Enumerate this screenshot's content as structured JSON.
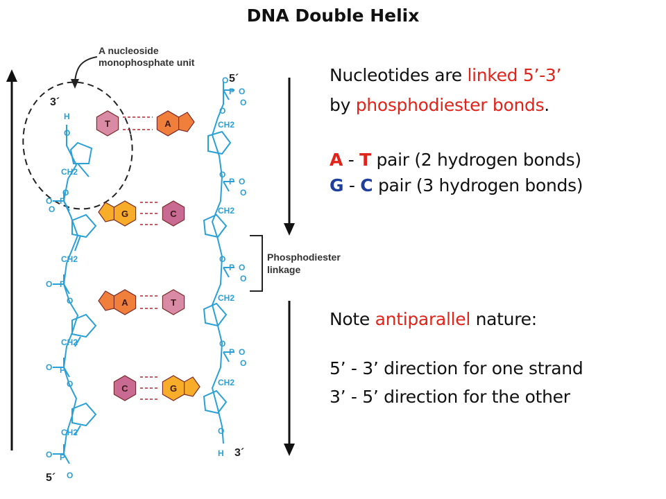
{
  "title": "DNA Double Helix",
  "diagram": {
    "nucleoside_label_1": "A nucleoside",
    "nucleoside_label_2": "monophosphate unit",
    "phosphodiester_label_1": "Phosphodiester",
    "phosphodiester_label_2": "linkage",
    "left_strand_end_top": "3´",
    "left_strand_end_bottom": "5´",
    "right_strand_end_top": "5´",
    "right_strand_end_bottom": "3´",
    "base_pairs": [
      {
        "left": "T",
        "right": "A",
        "bonds": 2
      },
      {
        "left": "G",
        "right": "C",
        "bonds": 3
      },
      {
        "left": "A",
        "right": "T",
        "bonds": 2
      },
      {
        "left": "C",
        "right": "G",
        "bonds": 3
      }
    ],
    "colors": {
      "backbone": "#2aa0d8",
      "hbond": "#b8232e",
      "T": "#d98ba6",
      "A": "#f07f3c",
      "G": "#f7ac2a",
      "C": "#c86a92"
    }
  },
  "text": {
    "l1a": "Nucleotides are ",
    "l1b": "linked 5’-3’",
    "l2a": "by ",
    "l2b": "phosphodiester bonds",
    "l2c": ".",
    "p1_a": "A",
    "p1_dash": " - ",
    "p1_t": "T",
    "p1_rest": " pair (2 hydrogen bonds)",
    "p2_g": "G",
    "p2_dash": " - ",
    "p2_c": "C",
    "p2_rest": " pair (3 hydrogen bonds)",
    "note_a": "Note ",
    "note_b": "antiparallel",
    "note_c": " nature:",
    "dir1": "5’ - 3’ direction for one strand",
    "dir2": "3’ - 5’ direction for the other"
  }
}
